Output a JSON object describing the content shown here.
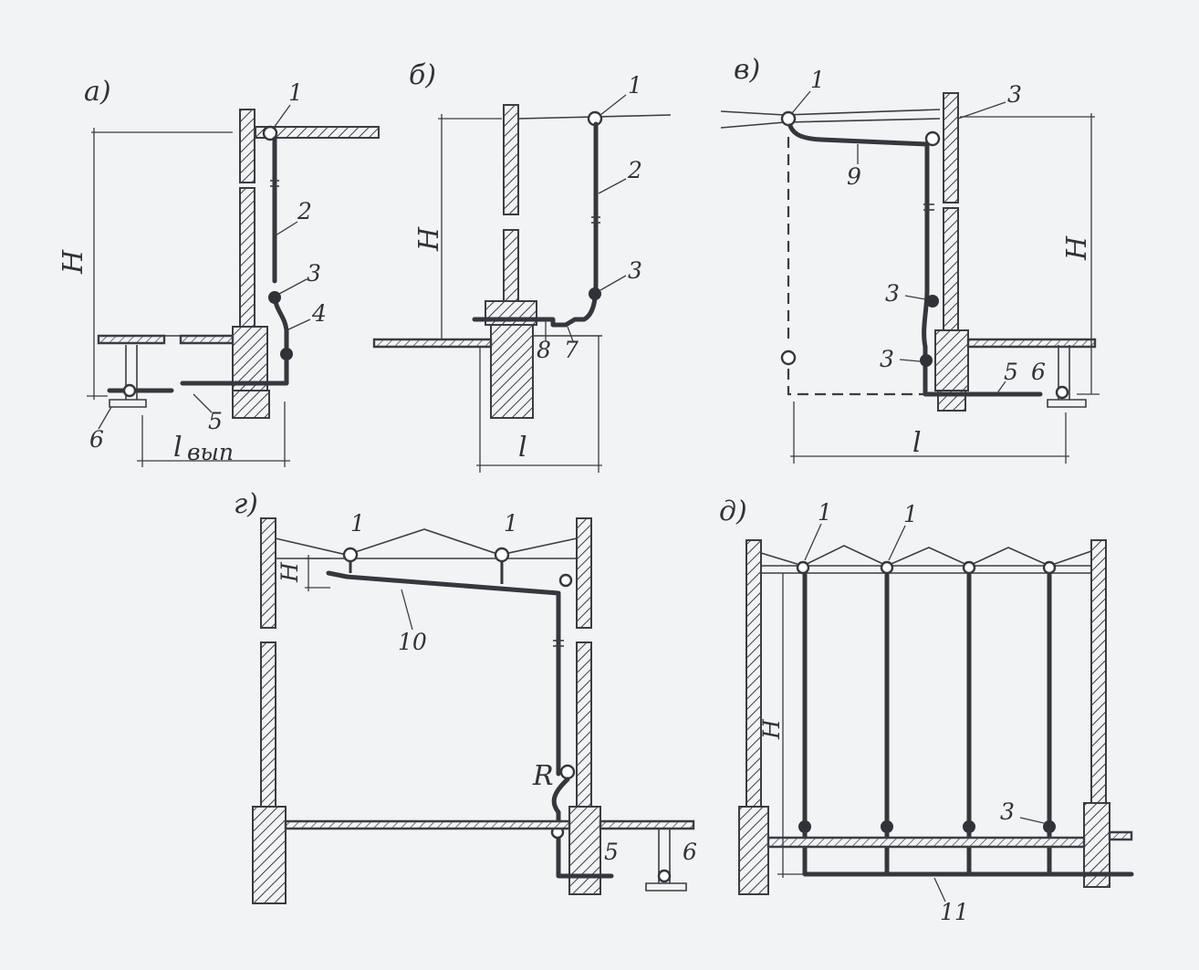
{
  "panels": [
    "а)",
    "б)",
    "в)",
    "г)",
    "д)"
  ],
  "dimensions": {
    "H": "H",
    "l": "l",
    "l_out": "l",
    "l_out_sub": "вып",
    "R": "R"
  },
  "callouts": {
    "a": [
      "1",
      "2",
      "3",
      "4",
      "5",
      "6"
    ],
    "b": [
      "1",
      "2",
      "3",
      "7",
      "8"
    ],
    "v": [
      "1",
      "3",
      "9",
      "3",
      "3",
      "5",
      "6"
    ],
    "g": [
      "1",
      "1",
      "10",
      "5",
      "6"
    ],
    "d": [
      "1",
      "1",
      "3",
      "11"
    ]
  }
}
